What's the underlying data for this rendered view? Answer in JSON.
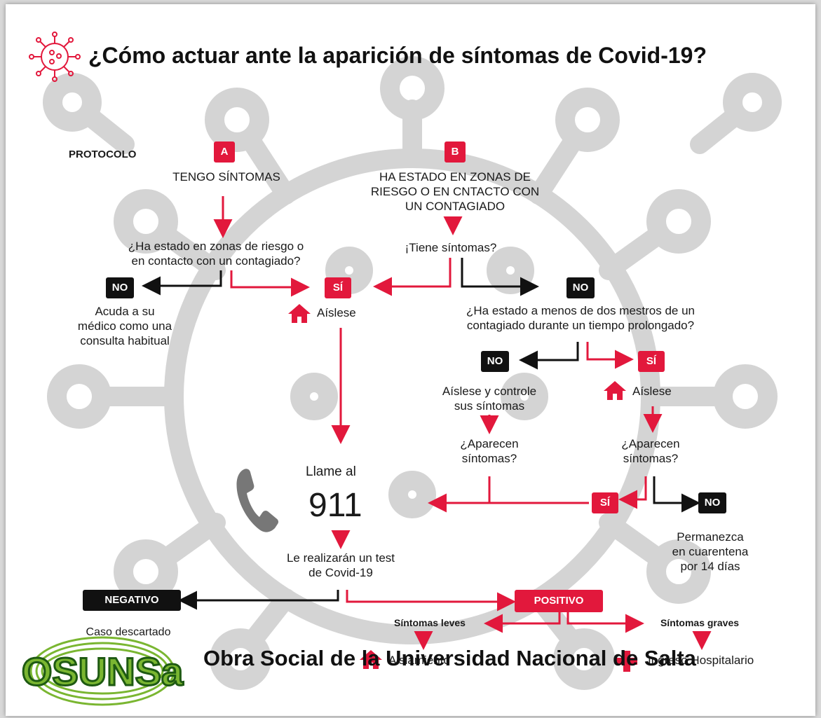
{
  "title": "¿Cómo actuar ante la aparición de síntomas de Covid-19?",
  "protocol_label": "PROTOCOLO",
  "branch_a": {
    "badge": "A",
    "text": "TENGO SÍNTOMAS"
  },
  "branch_b": {
    "badge": "B",
    "text": [
      "HA ESTADO EN ZONAS DE",
      "RIESGO O EN CNTACTO CON",
      "UN CONTAGIADO"
    ]
  },
  "question_a": [
    "¿Ha estado en zonas de riesgo o",
    "en contacto con un contagiado?"
  ],
  "question_b": "¡Tiene síntomas?",
  "no_a": {
    "badge": "NO",
    "text": [
      "Acuda a su",
      "médico como una",
      "consulta habitual"
    ]
  },
  "si_center": {
    "badge": "SÍ",
    "text": "Aíslese"
  },
  "no_b": {
    "badge": "NO",
    "text": [
      "¿Ha estado a menos de dos mestros de un",
      "contagiado durante un tiempo prolongado?"
    ]
  },
  "no_c": {
    "badge": "NO",
    "text": [
      "Aíslese y controle",
      "sus síntomas"
    ]
  },
  "si_c": {
    "badge": "SÍ",
    "text": "Aíslese"
  },
  "appear_left": [
    "¿Aparecen",
    "síntomas?"
  ],
  "appear_right": [
    "¿Aparecen",
    "síntomas?"
  ],
  "si_appear": "SÍ",
  "no_appear": {
    "badge": "NO",
    "text": [
      "Permanezca",
      "en cuarentena",
      "por 14 días"
    ]
  },
  "call": {
    "label": "Llame al",
    "number": "911"
  },
  "test": [
    "Le realizarán un test",
    "de Covid-19"
  ],
  "negative": {
    "badge": "NEGATIVO",
    "text": "Caso descartado"
  },
  "positive": {
    "badge": "POSITIVO"
  },
  "mild": {
    "label": "Síntomas leves",
    "action": "Aislamiento"
  },
  "severe": {
    "label": "Síntomas graves",
    "action": "Ingreso Hospitalario"
  },
  "logo_text": "OSUNSa",
  "footer": "Obra Social de la Universidad Nacional de Salta",
  "colors": {
    "accent": "#e2183c",
    "dark": "#111111",
    "virus_gray": "#d4d4d4",
    "logo_green": "#7ab631"
  },
  "icons": [
    "virus-icon",
    "house-icon",
    "phone-icon",
    "cross-icon"
  ]
}
